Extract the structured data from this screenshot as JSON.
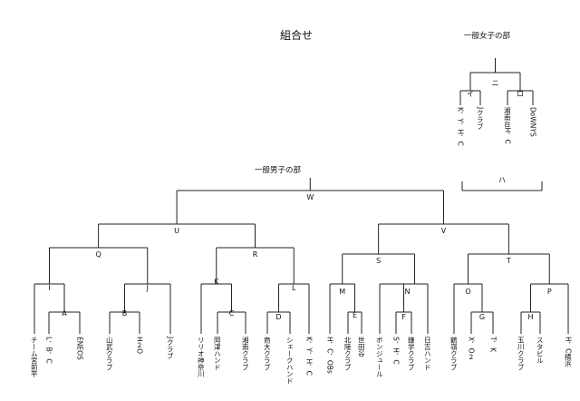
{
  "title": "組合せ",
  "mens": {
    "title": "一般男子の部",
    "matches": {
      "W": "W",
      "U": "U",
      "V": "V",
      "Q": "Q",
      "R": "R",
      "S": "S",
      "T": "T",
      "I": "I",
      "J": "J",
      "K": "K",
      "L": "L",
      "M": "M",
      "N": "N",
      "O": "O",
      "P": "P",
      "A": "A",
      "B": "B",
      "C": "C",
      "D": "D",
      "E": "E",
      "F": "F",
      "G": "G",
      "H": "H"
    },
    "teams": [
      "チーム宮前平",
      "L．B．C",
      "ENEOS",
      "山武クラブ",
      "H２O",
      "Jクラブ",
      "リリオ神奈川",
      "岡津ハンド",
      "湘南クラブ",
      "商大クラブ",
      "シェークハンド",
      "K．Y．H．C",
      "H．C．OBs",
      "北陵クラブ",
      "世田谷",
      "ボンジュール",
      "S．H．C",
      "鎌学クラブ",
      "日吉ハンド",
      "鶴嶺クラブ",
      "X．O２",
      "T．K",
      "玉川クラブ",
      "スタビル",
      "H．C横浜"
    ]
  },
  "womens": {
    "title": "一般女子の部",
    "matches": {
      "ha": "ハ",
      "ni": "ニ",
      "i": "イ",
      "ro": "ロ"
    },
    "teams": [
      "K．Y．H．C",
      "Jクラブ",
      "湘南台H．C",
      "DoWNYS"
    ]
  }
}
